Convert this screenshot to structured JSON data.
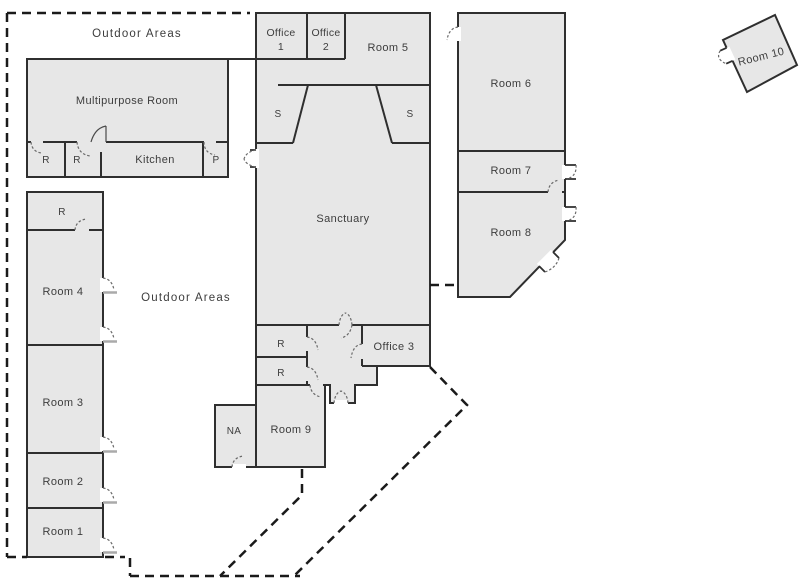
{
  "colors": {
    "room_fill": "#e7e7e7",
    "wall": "#2f2f2f",
    "boundary_dash": "#1a1a1a",
    "door_arc": "#6a6a6a",
    "label_text": "#3d3d3d",
    "background": "#ffffff"
  },
  "labels": {
    "outdoor_area_1": "Outdoor Areas",
    "outdoor_area_2": "Outdoor Areas",
    "multipurpose_room": "Multipurpose Room",
    "restroom_a": "R",
    "restroom_b": "R",
    "kitchen": "Kitchen",
    "pantry": "P",
    "office1": {
      "line1": "Office",
      "line2": "1"
    },
    "office2": {
      "line1": "Office",
      "line2": "2"
    },
    "room5": "Room 5",
    "storage_left": "S",
    "storage_right": "S",
    "sanctuary": "Sanctuary",
    "room6": "Room 6",
    "room7": "Room 7",
    "room8": "Room 8",
    "room10": "Room 10",
    "left_wing_restroom": "R",
    "room4": "Room 4",
    "room3": "Room 3",
    "room2": "Room 2",
    "room1": "Room 1",
    "restroom_c": "R",
    "restroom_d": "R",
    "office3": "Office 3",
    "na": "NA",
    "room9": "Room 9"
  }
}
